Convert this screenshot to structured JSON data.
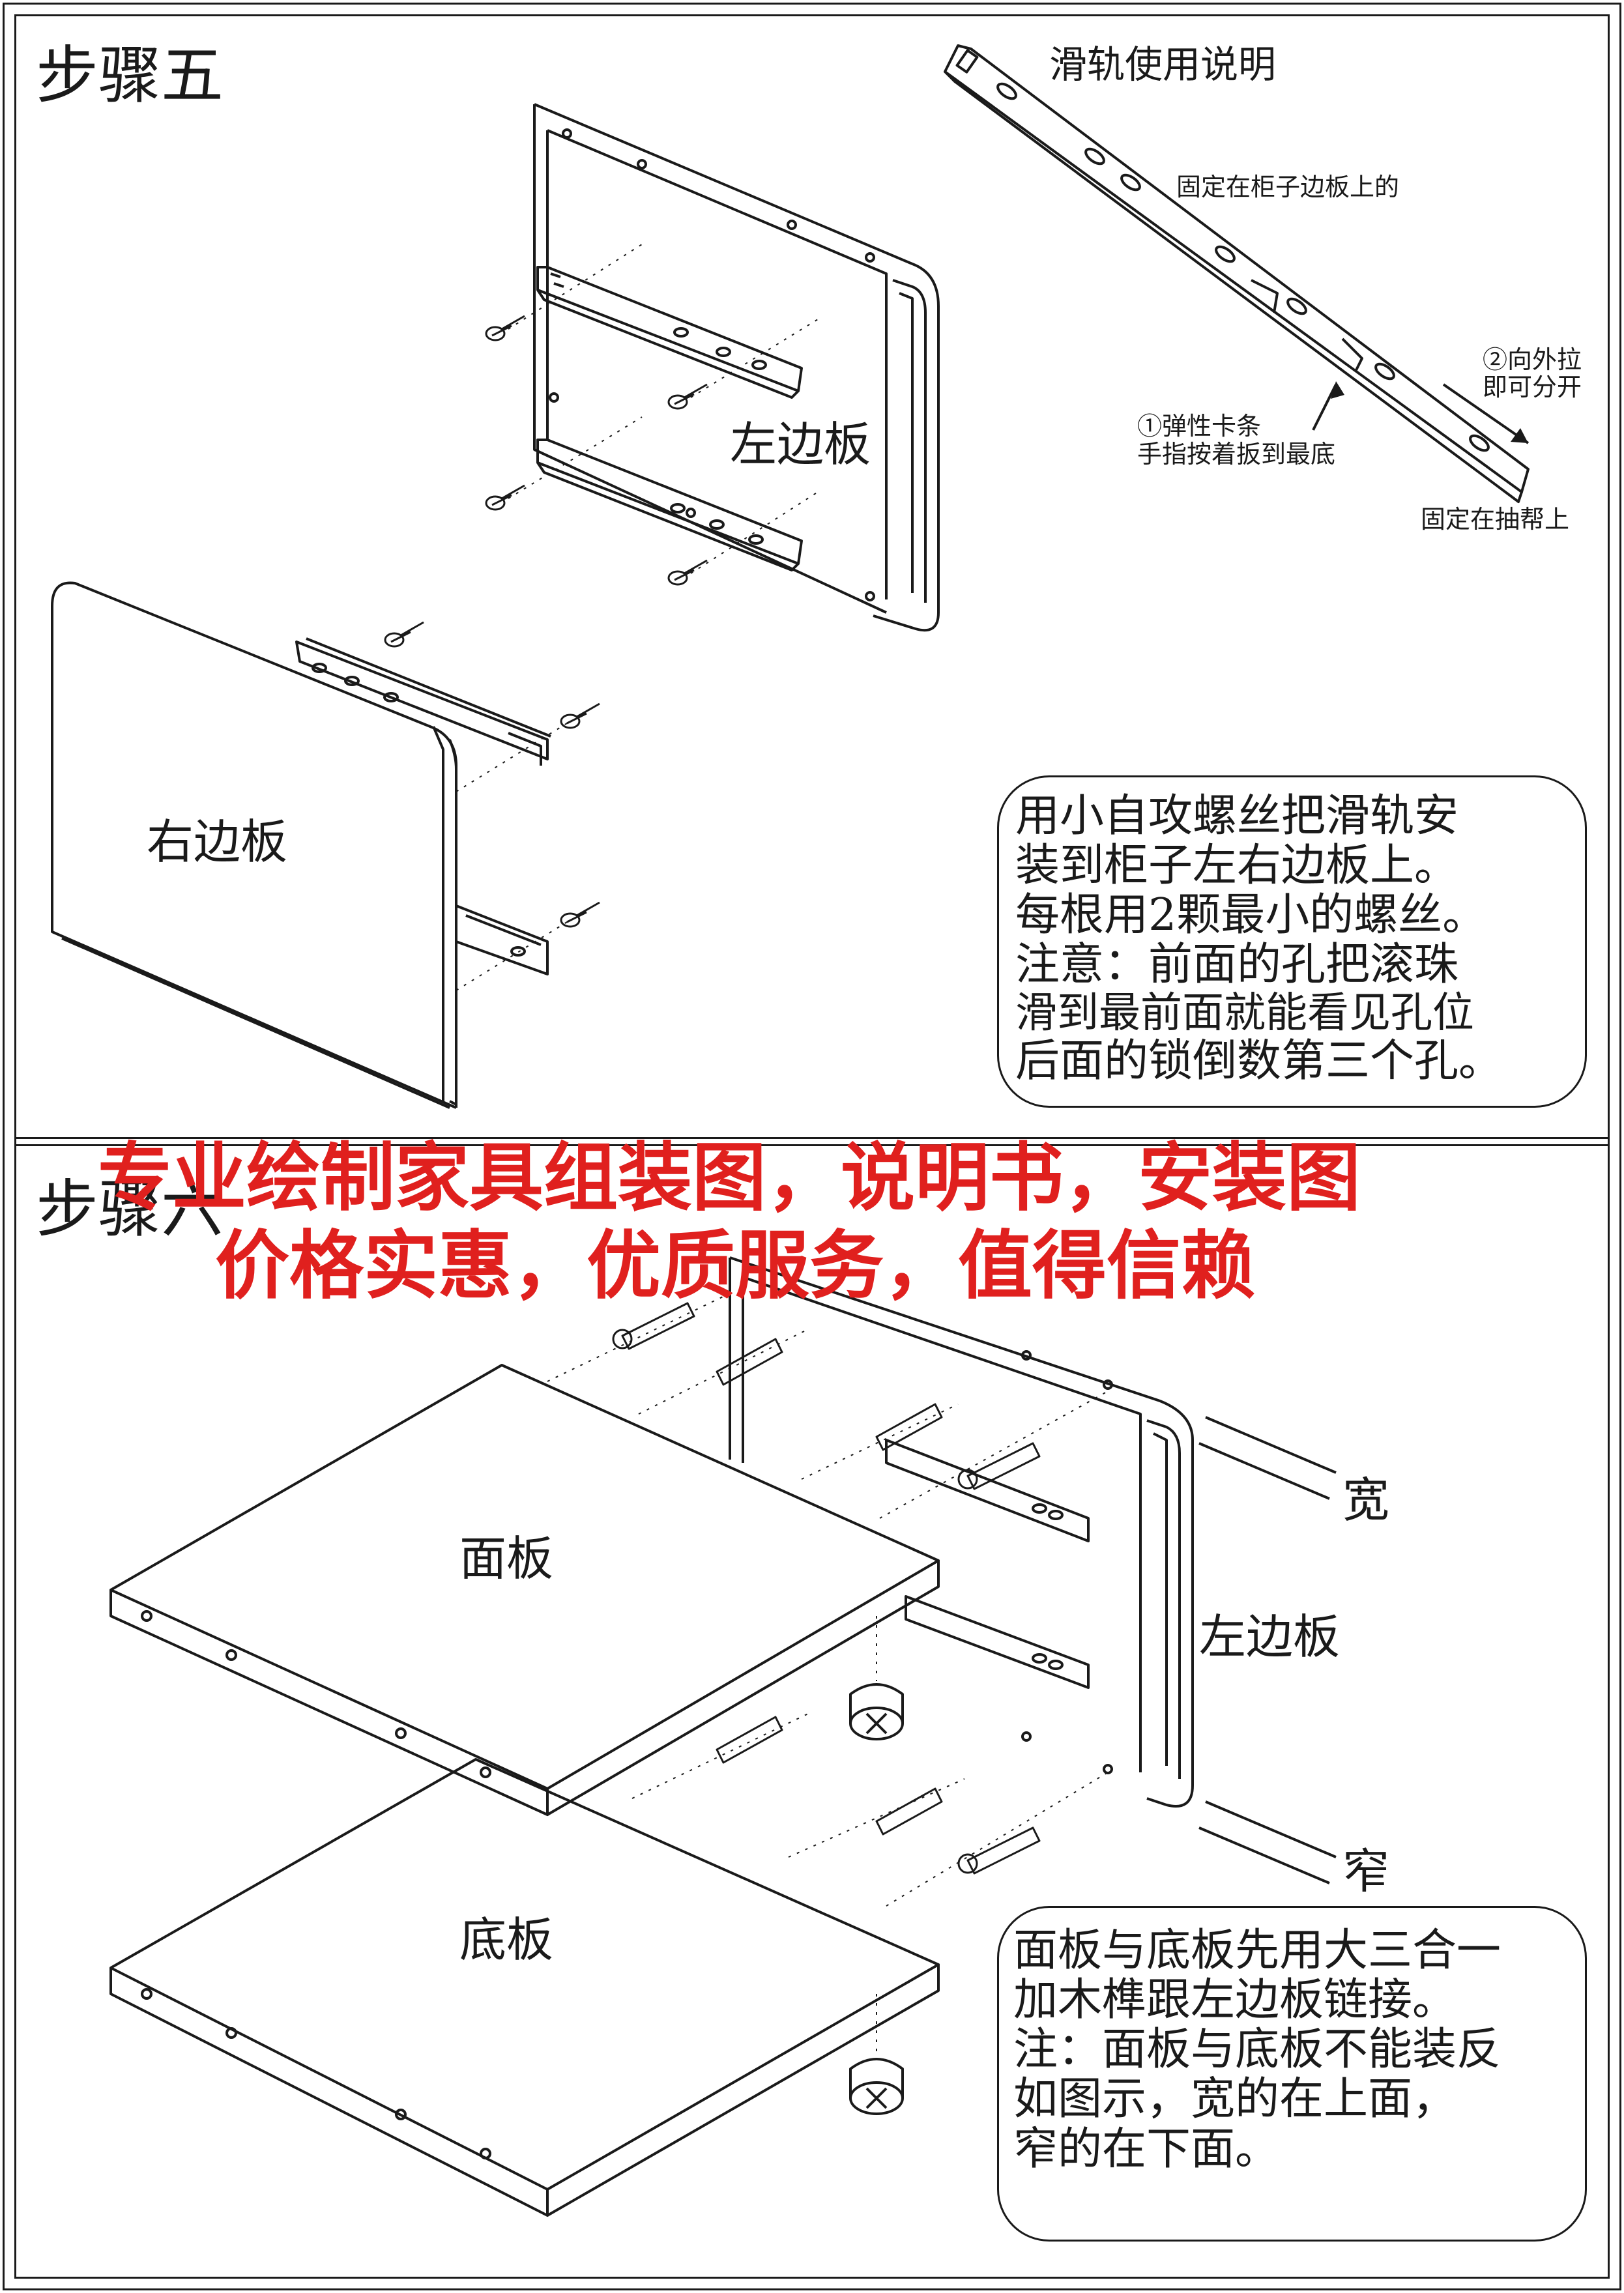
{
  "step5": {
    "title": "步骤五",
    "left_panel_label": "左边板",
    "right_panel_label": "右边板",
    "rail_instructions": {
      "title": "滑轨使用说明",
      "fixed_to_cabinet": "固定在柜子边板上的",
      "pull_out_line1": "②向外拉",
      "pull_out_line2": "即可分开",
      "clip_line1": "①弹性卡条",
      "clip_line2": "手指按着扳到最底",
      "fixed_to_drawer": "固定在抽帮上"
    },
    "note": {
      "lines": [
        "用小自攻螺丝把滑轨安",
        "装到柜子左右边板上。",
        "每根用2颗最小的螺丝。",
        "注意：前面的孔把滚珠",
        "滑到最前面就能看见孔位",
        "后面的锁倒数第三个孔。"
      ]
    }
  },
  "watermark": {
    "line1": "专业绘制家具组装图，说明书，安装图",
    "line2": "价格实惠，优质服务，值得信赖",
    "color": "#e0201e"
  },
  "step6": {
    "title": "步骤六",
    "top_panel_label": "面板",
    "bottom_panel_label": "底板",
    "left_panel_label": "左边板",
    "wide_label": "宽",
    "narrow_label": "窄",
    "note": {
      "lines": [
        "面板与底板先用大三合一",
        "加木榫跟左边板链接。",
        "注：面板与底板不能装反",
        "如图示，宽的在上面，",
        "窄的在下面。"
      ]
    }
  }
}
